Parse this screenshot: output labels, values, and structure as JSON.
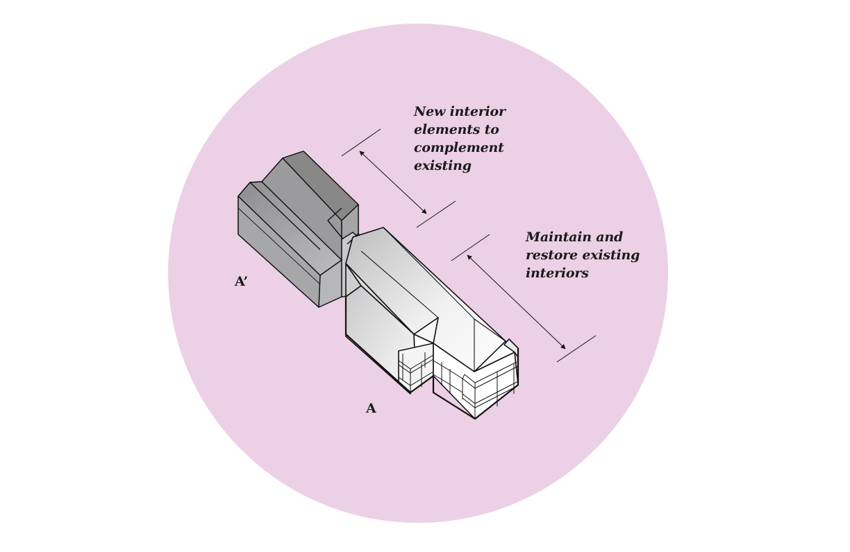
{
  "colors": {
    "background_circle": "#ecd0e6",
    "ink": "#111111",
    "mass_dark": "#8c8c8e",
    "mass_light": "#f2f2f2"
  },
  "annotations": {
    "upper": {
      "lines": [
        "New interior",
        "elements to",
        "complement",
        "existing"
      ]
    },
    "lower": {
      "lines": [
        "Maintain and",
        "restore existing",
        "interiors"
      ]
    }
  },
  "section_markers": {
    "a_prime": "A’",
    "a": "A"
  }
}
